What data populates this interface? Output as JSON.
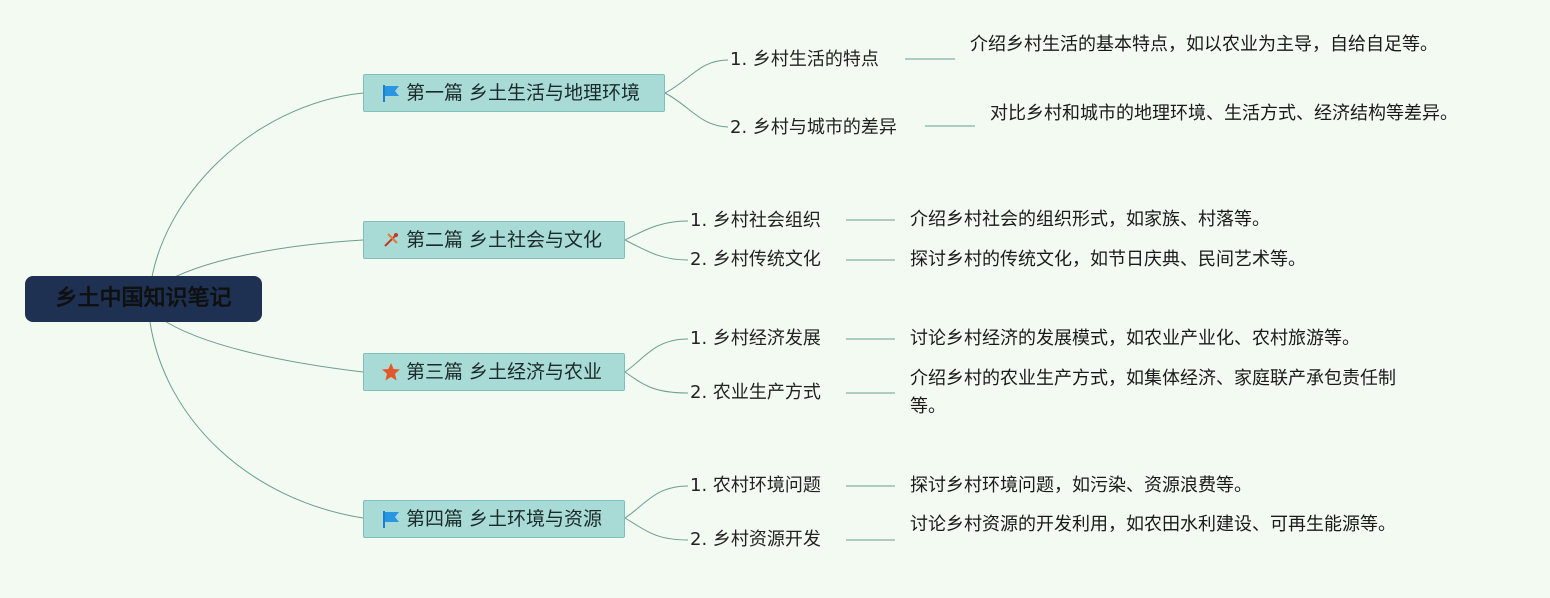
{
  "root": {
    "title": "乡土中国知识笔记"
  },
  "branches": [
    {
      "title": "第一篇 乡土生活与地理环境",
      "icon": "flag-icon",
      "children": [
        {
          "label": "1. 乡村生活的特点",
          "desc": "介绍乡村生活的基本特点，如以农业为主导，自给自足等。"
        },
        {
          "label": "2. 乡村与城市的差异",
          "desc": "对比乡村和城市的地理环境、生活方式、经济结构等差异。"
        }
      ]
    },
    {
      "title": "第二篇 乡土社会与文化",
      "icon": "tools-icon",
      "children": [
        {
          "label": "1. 乡村社会组织",
          "desc": "介绍乡村社会的组织形式，如家族、村落等。"
        },
        {
          "label": "2. 乡村传统文化",
          "desc": "探讨乡村的传统文化，如节日庆典、民间艺术等。"
        }
      ]
    },
    {
      "title": "第三篇 乡土经济与农业",
      "icon": "star-icon",
      "children": [
        {
          "label": "1. 乡村经济发展",
          "desc": "讨论乡村经济的发展模式，如农业产业化、农村旅游等。"
        },
        {
          "label": "2. 农业生产方式",
          "desc": "介绍乡村的农业生产方式，如集体经济、家庭联产承包责任制等。"
        }
      ]
    },
    {
      "title": "第四篇 乡土环境与资源",
      "icon": "flag-icon",
      "children": [
        {
          "label": "1. 农村环境问题",
          "desc": "探讨乡村环境问题，如污染、资源浪费等。"
        },
        {
          "label": "2. 乡村资源开发",
          "desc": "讨论乡村资源的开发利用，如农田水利建设、可再生能源等。"
        }
      ]
    }
  ]
}
